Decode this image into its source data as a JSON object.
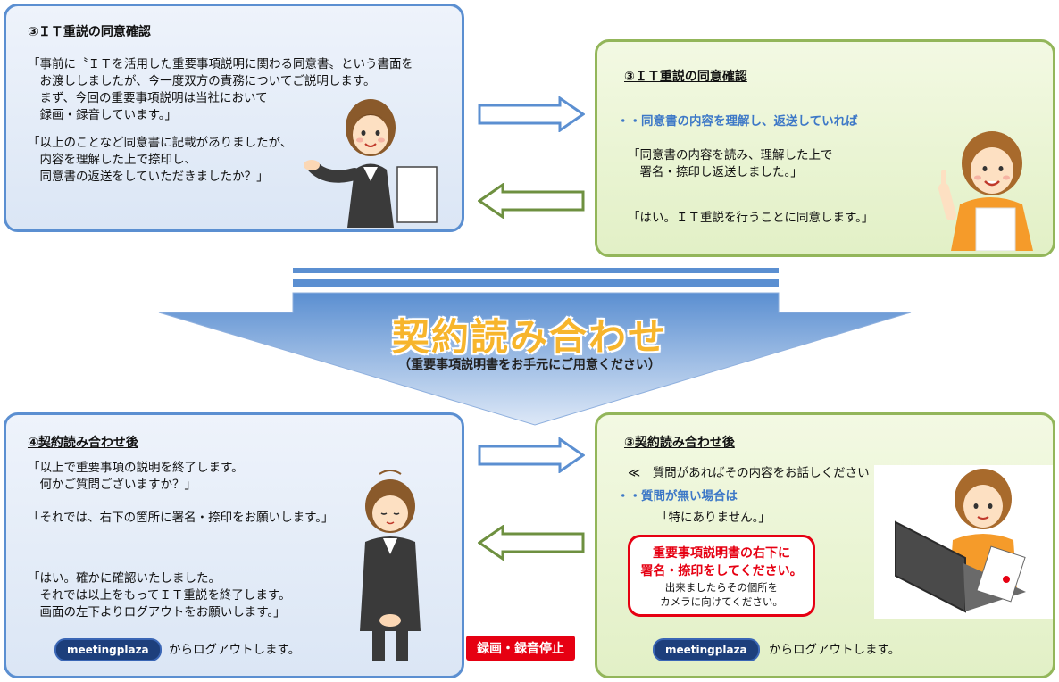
{
  "panel_tl": {
    "title": "③ＩＴ重説の同意確認",
    "para1": "「事前に〝ＩＴを活用した重要事項説明に関わる同意書〟という書面を\n　お渡ししましたが、今一度双方の責務についてご説明します。\n　まず、今回の重要事項説明は当社において\n　録画・録音しています。」",
    "para2": "「以上のことなど同意書に記載がありましたが、\n　内容を理解した上で捺印し、\n　同意書の返送をしていただきましたか？」"
  },
  "panel_tr": {
    "title": "③ＩＴ重説の同意確認",
    "bullet": "・・同意書の内容を理解し、返送していれば",
    "para1": "「同意書の内容を読み、理解した上で\n　署名・捺印し返送しました。」",
    "para2": "「はい。ＩＴ重説を行うことに同意します。」"
  },
  "banner": {
    "title": "契約読み合わせ",
    "subtitle": "（重要事項説明書をお手元にご用意ください）"
  },
  "panel_bl": {
    "title": "④契約読み合わせ後",
    "para1": "「以上で重要事項の説明を終了します。\n　何かご質問ございますか？」",
    "para2": "「それでは、右下の箇所に署名・捺印をお願いします。」",
    "para3": "「はい。確かに確認いたしました。\n　それでは以上をもってＩＴ重説を終了します。\n　画面の左下よりログアウトをお願いします。」",
    "badge": "meetingplaza",
    "logout": "からログアウトします。"
  },
  "panel_br": {
    "title": "③契約読み合わせ後",
    "question": "≪　質問があればその内容をお話しください　≫",
    "bullet": "・・質問が無い場合は",
    "answer": "「特にありません。」",
    "notice_line1": "重要事項説明書の右下に",
    "notice_line2": "署名・捺印をしてください。",
    "notice_line3": "出来ましたらその個所を",
    "notice_line4": "カメラに向けてください。",
    "badge": "meetingplaza",
    "logout": "からログアウトします。"
  },
  "stop_label": "録画・録音停止",
  "colors": {
    "blue_border": "#5b8fd1",
    "green_border": "#93b65a",
    "accent_red": "#e60012",
    "banner_text": "#f7b52c"
  }
}
